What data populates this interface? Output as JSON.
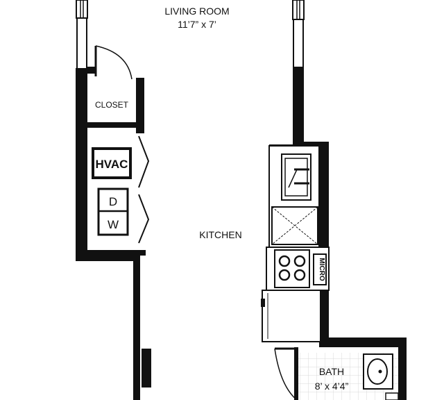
{
  "rooms": {
    "living": {
      "name": "LIVING ROOM",
      "size": "11’7” x 7’"
    },
    "closet": {
      "name": "CLOSET"
    },
    "kitchen": {
      "name": "KITCHEN"
    },
    "bath": {
      "name": "BATH",
      "size": "8’ x 4’4”"
    }
  },
  "fixtures": {
    "hvac": "HVAC",
    "washer_dryer_top": "D",
    "washer_dryer_bottom": "W",
    "microwave": "MICRO"
  },
  "colors": {
    "wall": "#111111",
    "background": "#ffffff",
    "tile": "#d8d8d8"
  }
}
